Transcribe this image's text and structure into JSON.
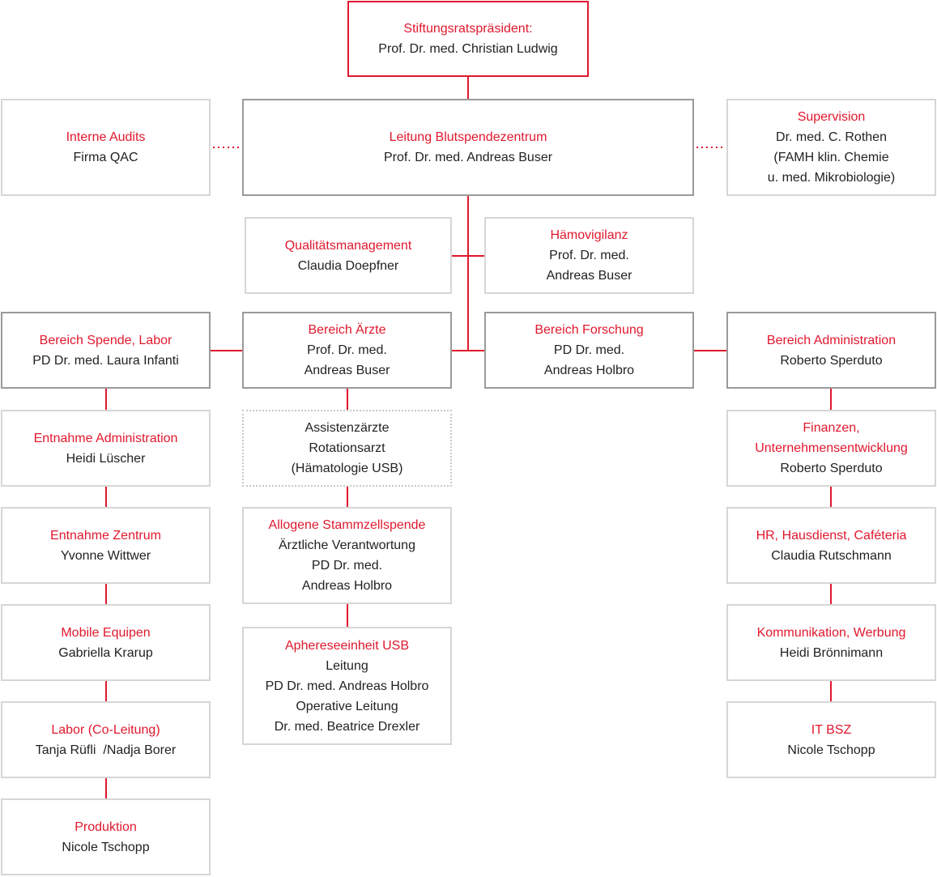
{
  "president": {
    "title": "Stiftungsratspräsident:",
    "lines": [
      "Prof. Dr. med. Christian Ludwig"
    ]
  },
  "audits": {
    "title": "Interne Audits",
    "lines": [
      "Firma QAC"
    ]
  },
  "leitung": {
    "title": "Leitung Blutspendezentrum",
    "lines": [
      "Prof. Dr. med. Andreas Buser"
    ]
  },
  "supervision": {
    "title": "Supervision",
    "lines": [
      "Dr. med. C. Rothen",
      "(FAMH klin. Chemie",
      "u. med. Mikrobiologie)"
    ]
  },
  "qm": {
    "title": "Qualitätsmanagement",
    "lines": [
      "Claudia Doepfner"
    ]
  },
  "haemo": {
    "title": "Hämovigilanz",
    "lines": [
      "Prof. Dr. med.",
      "Andreas Buser"
    ]
  },
  "spende": {
    "title": "Bereich Spende, Labor",
    "lines": [
      "PD Dr. med. Laura Infanti"
    ]
  },
  "aerzte": {
    "title": "Bereich Ärzte",
    "lines": [
      "Prof. Dr. med.",
      "Andreas Buser"
    ]
  },
  "forschung": {
    "title": "Bereich Forschung",
    "lines": [
      "PD Dr. med.",
      "Andreas Holbro"
    ]
  },
  "admin": {
    "title": "Bereich Administration",
    "lines": [
      "Roberto Sperduto"
    ]
  },
  "entnahme_admin": {
    "title": "Entnahme Administration",
    "lines": [
      "Heidi Lüscher"
    ]
  },
  "entnahme_zentrum": {
    "title": "Entnahme Zentrum",
    "lines": [
      "Yvonne Wittwer"
    ]
  },
  "mobile": {
    "title": "Mobile Equipen",
    "lines": [
      "Gabriella Krarup"
    ]
  },
  "labor": {
    "title": "Labor (Co-Leitung)",
    "lines": [
      "Tanja Rüfli  /Nadja Borer"
    ]
  },
  "produktion": {
    "title": "Produktion",
    "lines": [
      "Nicole Tschopp"
    ]
  },
  "assistenz": {
    "title": "",
    "lines": [
      "Assistenzärzte",
      "Rotationsarzt",
      "(Hämatologie USB)"
    ]
  },
  "allogene": {
    "title": "Allogene Stammzellspende",
    "lines": [
      "Ärztliche Verantwortung",
      "PD Dr. med.",
      "Andreas Holbro"
    ]
  },
  "apherese": {
    "title": "Aphereseeinheit USB",
    "lines": [
      "Leitung",
      "PD Dr. med. Andreas Holbro",
      "Operative Leitung",
      "Dr. med. Beatrice Drexler"
    ]
  },
  "finanzen": {
    "title": "Finanzen,",
    "lines": [
      "Roberto Sperduto"
    ],
    "title2": "Unternehmensentwicklung"
  },
  "hr": {
    "title": "HR, Hausdienst, Caféteria",
    "lines": [
      "Claudia Rutschmann"
    ]
  },
  "kommunikation": {
    "title": "Kommunikation, Werbung",
    "lines": [
      "Heidi Brönnimann"
    ]
  },
  "it": {
    "title": "IT BSZ",
    "lines": [
      "Nicole Tschopp"
    ]
  },
  "colors": {
    "accent": "#e0182d",
    "border_light": "#d6d6d6",
    "border_dark": "#9a9a9a"
  }
}
